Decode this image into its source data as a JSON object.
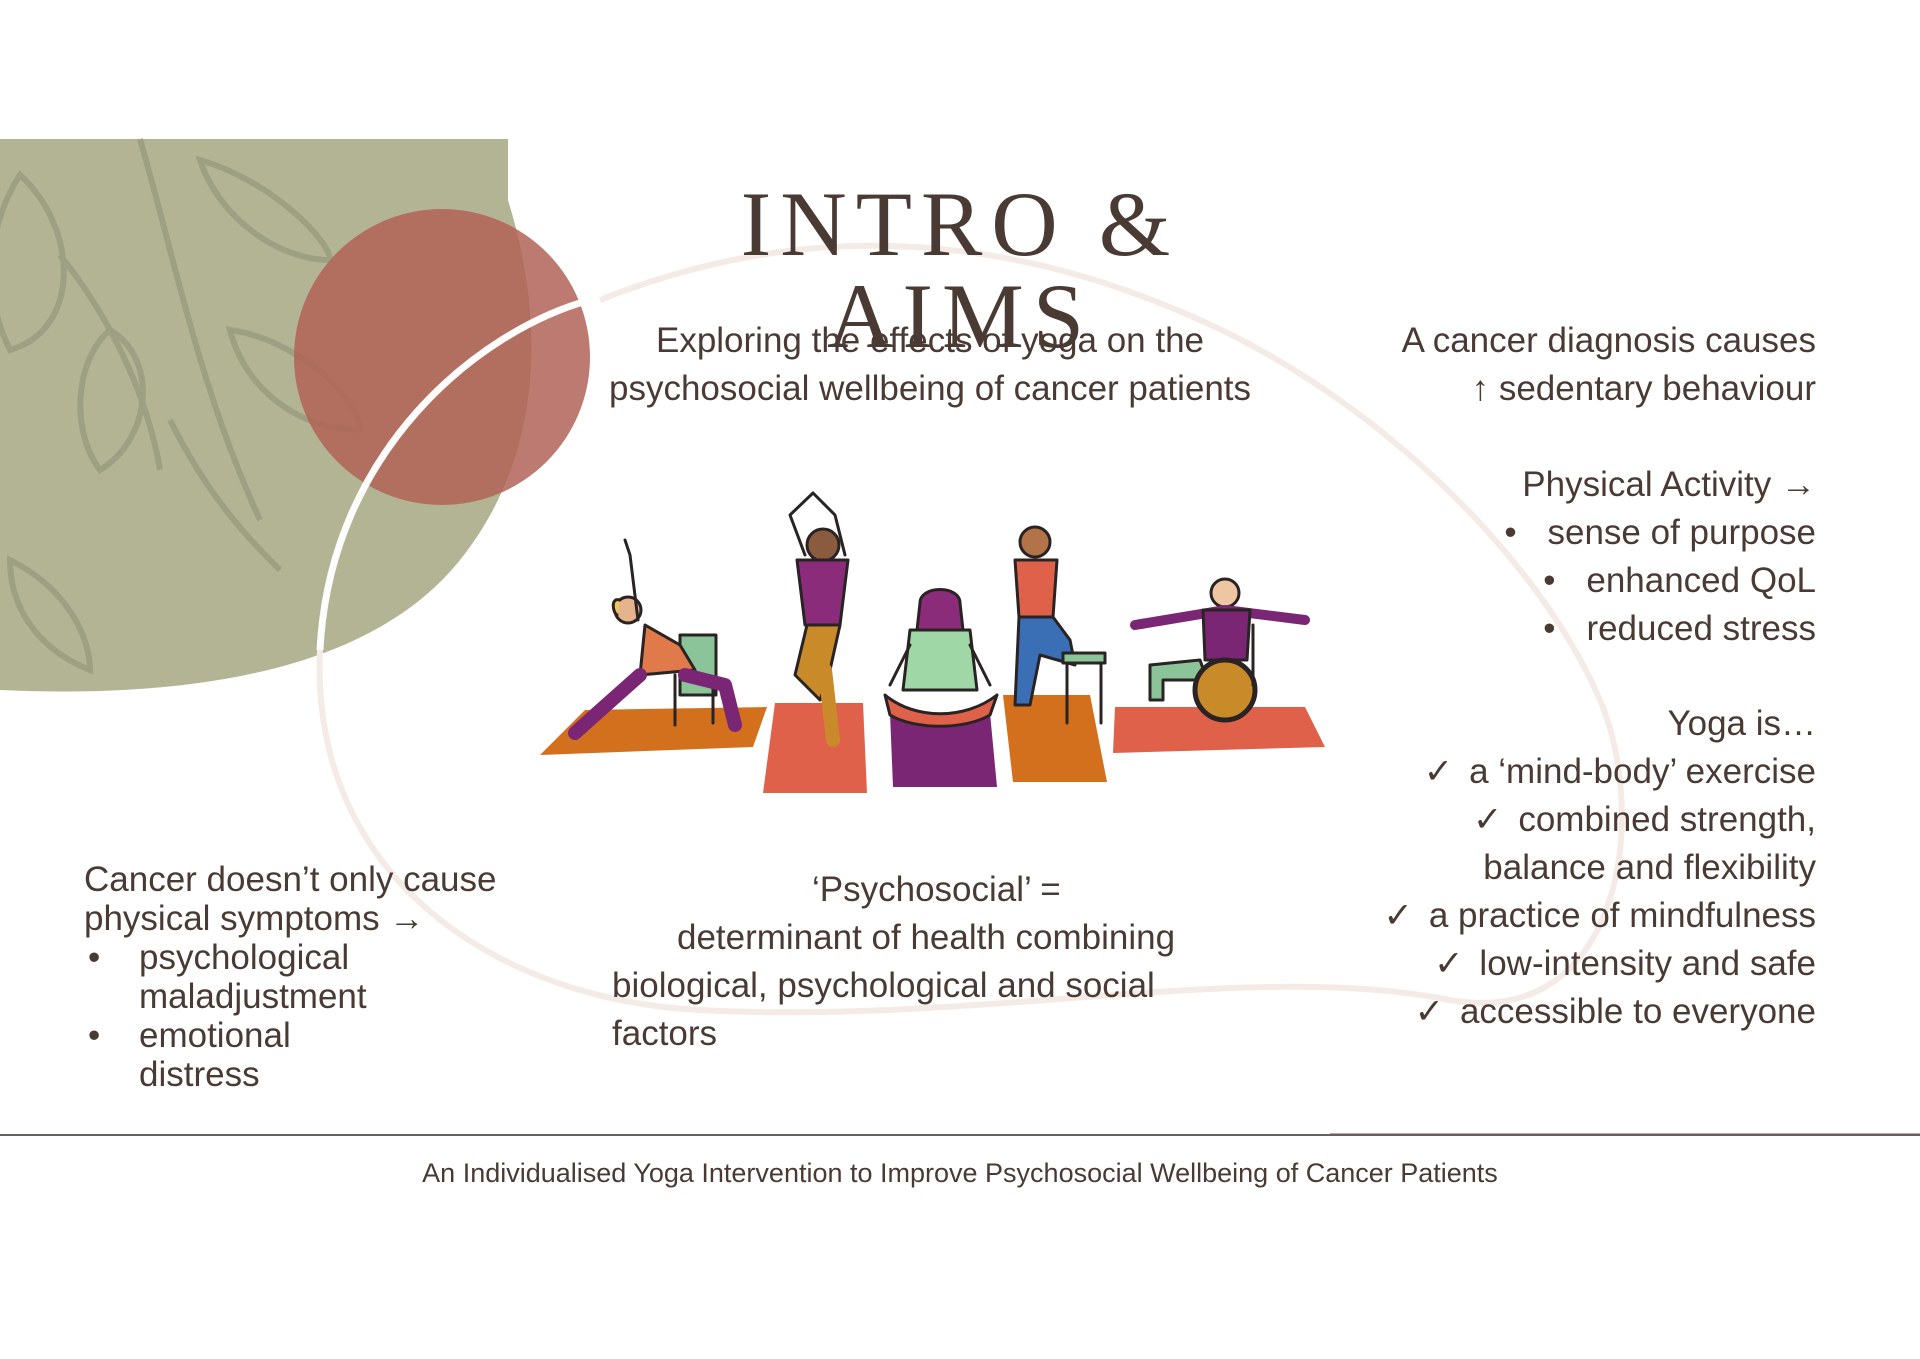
{
  "slide": {
    "title": "INTRO & AIMS",
    "subtitle_lines": [
      "Exploring the effects of yoga on the",
      "psychosocial wellbeing of cancer patients"
    ],
    "diagnosis": {
      "line1": "A cancer diagnosis causes",
      "line2": "↑ sedentary behaviour"
    },
    "physical_activity": {
      "heading": "Physical Activity →",
      "bullets": [
        "sense of purpose",
        "enhanced QoL",
        "reduced stress"
      ]
    },
    "yoga": {
      "heading": "Yoga is…",
      "items": [
        {
          "check": true,
          "text": "a ‘mind-body’ exercise"
        },
        {
          "check": true,
          "text": "combined strength,"
        },
        {
          "check": false,
          "text": "balance and flexibility"
        },
        {
          "check": true,
          "text": "a practice of mindfulness"
        },
        {
          "check": true,
          "text": "low-intensity and safe"
        },
        {
          "check": true,
          "text": "accessible to everyone"
        }
      ]
    },
    "cancer_effects": {
      "line1": "Cancer doesn’t only cause",
      "line2": "physical symptoms →",
      "bullets": [
        [
          "psychological",
          "maladjustment"
        ],
        [
          "emotional",
          "distress"
        ]
      ]
    },
    "psychosocial": {
      "line1": "‘Psychosocial’ =",
      "line2": "determinant of health combining",
      "line3": "biological, psychological and social",
      "line4": "factors"
    },
    "footer": "An Individualised Yoga Intervention to Improve Psychosocial Wellbeing of Cancer Patients",
    "check_symbol": "✓",
    "bullet_symbol": "•"
  },
  "colors": {
    "text": "#4a3a34",
    "sage": "#b2b494",
    "terracotta": "#b26357",
    "mat_orange": "#d3701d",
    "mat_coral": "#e0614a",
    "mat_purple": "#7b2674"
  },
  "illustration": {
    "subject": "five people doing adapted yoga poses on mats, including chair and wheelchair users"
  }
}
